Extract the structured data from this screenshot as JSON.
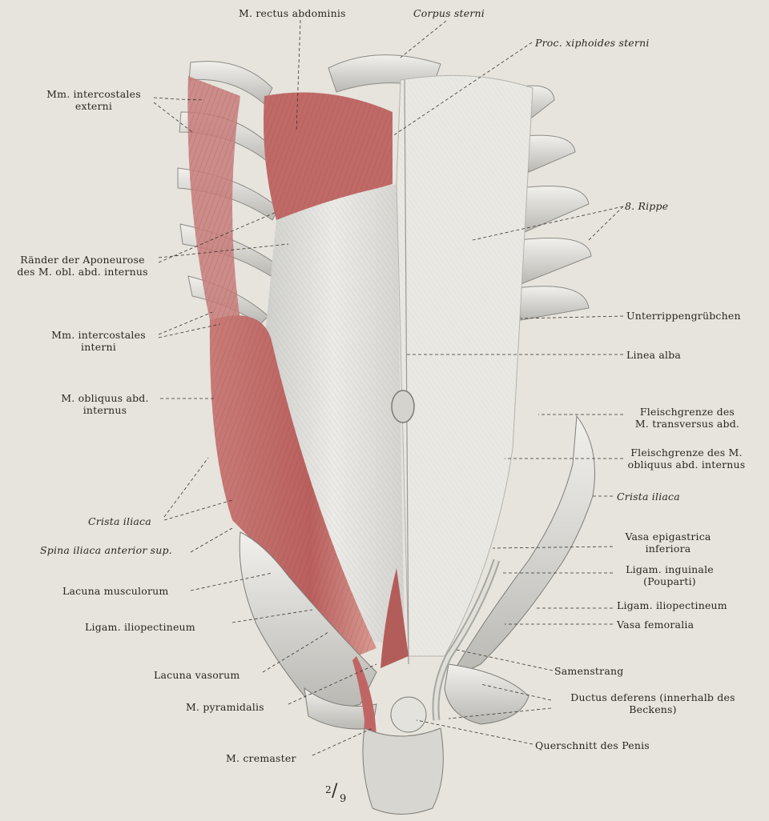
{
  "figure": {
    "scale": {
      "numerator": "2",
      "denominator": "9"
    }
  },
  "labels": {
    "rectus_abdominis": "M. rectus abdominis",
    "corpus_sterni": "Corpus sterni",
    "proc_xiphoides": "Proc. xiphoides sterni",
    "intercostales_externi_1": "Mm. intercostales",
    "intercostales_externi_2": "externi",
    "rippe_8": "8. Rippe",
    "raender_1": "Ränder der Aponeurose",
    "raender_2": "des M. obl. abd. internus",
    "unterrippen": "Unterrippengrübchen",
    "intercostales_interni_1": "Mm. intercostales",
    "intercostales_interni_2": "interni",
    "linea_alba": "Linea alba",
    "obliquus_internus_1": "M. obliquus abd.",
    "obliquus_internus_2": "internus",
    "fleisch_transversus_1": "Fleischgrenze des",
    "fleisch_transversus_2": "M. transversus abd.",
    "fleisch_obliquus_1": "Fleischgrenze des M.",
    "fleisch_obliquus_2": "obliquus abd. internus",
    "crista_iliaca_right": "Crista iliaca",
    "crista_iliaca_left": "Crista iliaca",
    "spina_iliaca": "Spina iliaca anterior sup.",
    "vasa_epigastrica_1": "Vasa epigastrica",
    "vasa_epigastrica_2": "inferiora",
    "ligam_inguinale_1": "Ligam. inguinale",
    "ligam_inguinale_2": "(Pouparti)",
    "lacuna_musculorum": "Lacuna musculorum",
    "ligam_iliopect_right": "Ligam. iliopectineum",
    "ligam_iliopect_left": "Ligam. iliopectineum",
    "vasa_femoralia": "Vasa femoralia",
    "samenstrang": "Samenstrang",
    "lacuna_vasorum": "Lacuna vasorum",
    "ductus_1": "Ductus deferens (innerhalb des",
    "ductus_2": "Beckens)",
    "pyramidalis": "M. pyramidalis",
    "querschnitt": "Querschnitt des Penis",
    "cremaster": "M. cremaster"
  }
}
